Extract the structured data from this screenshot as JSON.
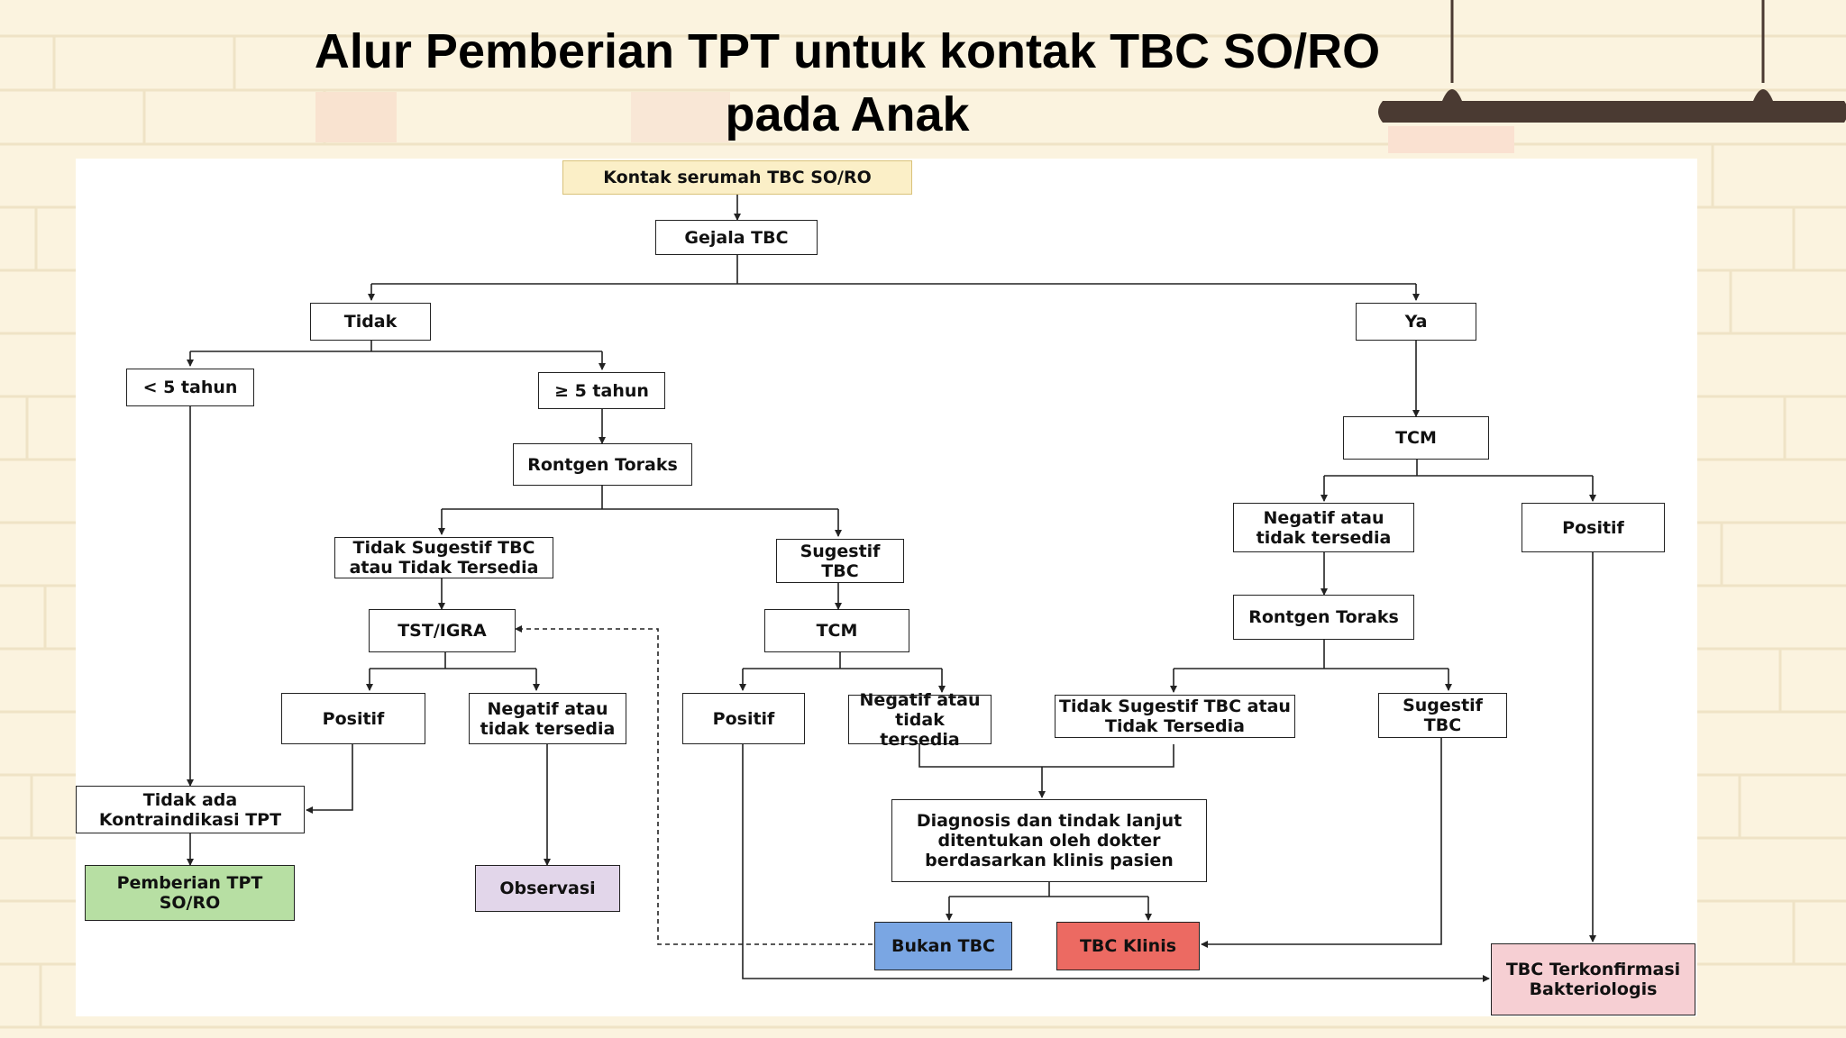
{
  "title_line1": "Alur Pemberian TPT untuk kontak TBC SO/RO",
  "title_line2": "pada Anak",
  "nodes": {
    "start": "Kontak serumah TBC SO/RO",
    "gejala": "Gejala TBC",
    "tidak": "Tidak",
    "ya": "Ya",
    "lt5": "< 5 tahun",
    "ge5": "≥ 5 tahun",
    "rontgen_left": "Rontgen Toraks",
    "tidak_sugestif_left": "Tidak Sugestif TBC atau Tidak Tersedia",
    "sugestif_left": "Sugestif TBC",
    "tst": "TST/IGRA",
    "tcm_mid": "TCM",
    "positif_tst": "Positif",
    "negatif_tst": "Negatif atau tidak tersedia",
    "positif_tcm_mid": "Positif",
    "negatif_tcm_mid": "Negatif atau tidak tersedia",
    "tidak_ada_kontra": "Tidak ada Kontraindikasi TPT",
    "pemberian_tpt": "Pemberian TPT SO/RO",
    "observasi": "Observasi",
    "tcm_right": "TCM",
    "negatif_right": "Negatif atau tidak tersedia",
    "positif_right": "Positif",
    "rontgen_right": "Rontgen Toraks",
    "tidak_sugestif_right": "Tidak Sugestif TBC atau Tidak Tersedia",
    "sugestif_right": "Sugestif TBC",
    "diagnosis": "Diagnosis dan tindak lanjut ditentukan oleh dokter berdasarkan klinis pasien",
    "bukan_tbc": "Bukan TBC",
    "tbc_klinis": "TBC Klinis",
    "tbc_terkonfirmasi": "TBC Terkonfirmasi Bakteriologis"
  },
  "colors": {
    "start": "#fbefc7",
    "green": "#b7dfa3",
    "purple": "#e2d6ea",
    "blue": "#7aa6e3",
    "red": "#ec6a62",
    "pink": "#f6cfd3"
  }
}
